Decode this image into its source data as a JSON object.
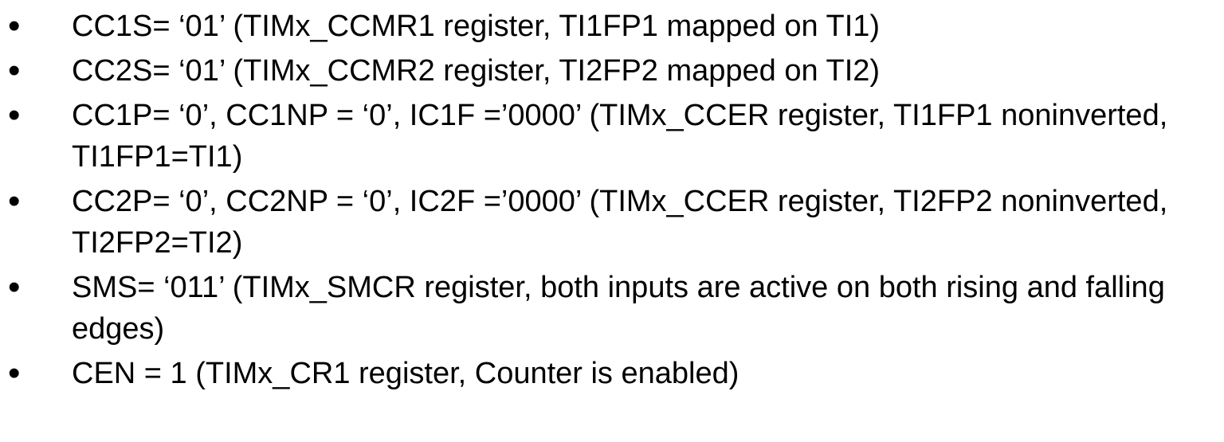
{
  "page": {
    "background_color": "#ffffff",
    "text_color": "#000000",
    "bullet_char": "•",
    "bullets": [
      {
        "lines": [
          "CC1S= ‘01’ (TIMx_CCMR1 register, TI1FP1 mapped on TI1)"
        ]
      },
      {
        "lines": [
          "CC2S= ‘01’ (TIMx_CCMR2 register, TI2FP2 mapped on TI2)"
        ]
      },
      {
        "lines": [
          "CC1P= ‘0’, CC1NP = ‘0’, IC1F =’0000’ (TIMx_CCER register, TI1FP1 noninverted,",
          "TI1FP1=TI1)"
        ]
      },
      {
        "lines": [
          "CC2P= ‘0’, CC2NP = ‘0’, IC2F =’0000’ (TIMx_CCER register, TI2FP2 noninverted,",
          "TI2FP2=TI2)"
        ]
      },
      {
        "lines": [
          "SMS= ‘011’ (TIMx_SMCR register, both inputs are active on both rising and falling",
          "edges)"
        ]
      },
      {
        "lines": [
          "CEN = 1 (TIMx_CR1 register, Counter is enabled)"
        ]
      }
    ]
  }
}
